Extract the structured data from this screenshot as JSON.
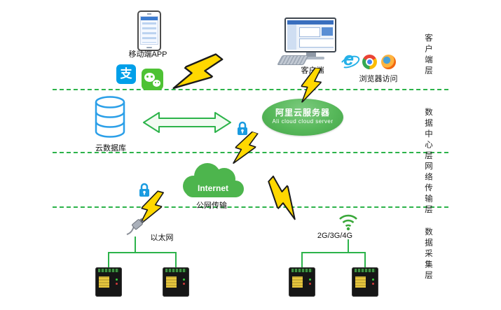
{
  "diagram": {
    "layers": [
      {
        "label": "客户端层"
      },
      {
        "label": "数据中心层"
      },
      {
        "label": "网络传输层"
      },
      {
        "label": "数据采集层"
      }
    ],
    "client_layer": {
      "mobile_app": "移动端APP",
      "alipay_glyph": "支",
      "client_pc": "客户端",
      "browser_access": "浏览器访问",
      "ie_glyph": "e"
    },
    "datacenter_layer": {
      "cloud_db": "云数据库",
      "server_name_cn": "阿里云服务器",
      "server_name_en": "Ali cloud  cloud server"
    },
    "network_layer": {
      "internet": "Internet",
      "public_transmission": "公网传输"
    },
    "collection_layer": {
      "ethernet": "以太网",
      "cellular": "2G/3G/4G"
    },
    "colors": {
      "layer_line_green": "#2cb34a",
      "server_ellipse_green": "#57b85a",
      "cloud_green": "#4db54d",
      "lightning_yellow": "#ffd800",
      "lock_blue": "#1a9be0",
      "database_blue": "#2b9fe8",
      "alipay_blue": "#009fe9",
      "wechat_green": "#4ec234"
    }
  }
}
